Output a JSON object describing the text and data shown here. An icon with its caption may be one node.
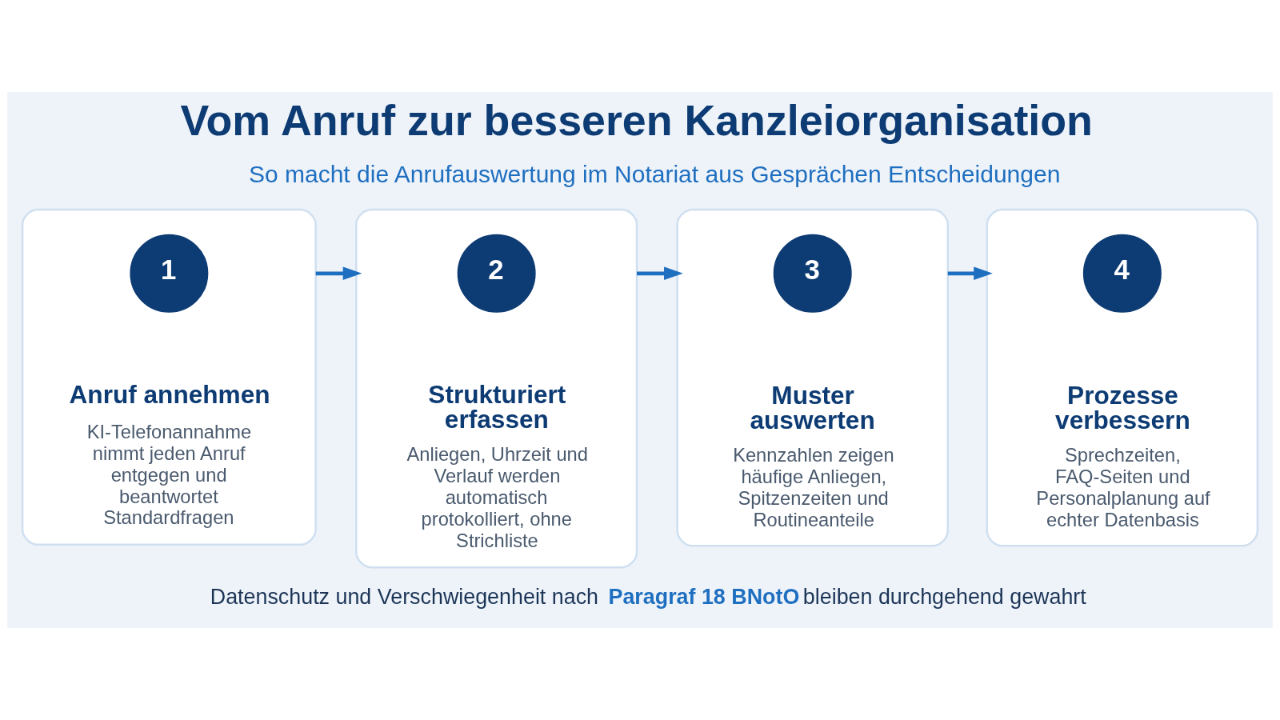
{
  "diagram": {
    "title": "Vom Anruf zur besseren Kanzleiorganisation",
    "nodes": [
      {
        "text": [
          "Anruf annehmen",
          "KI-Telefonannahme nimmt jeden Anruf entgegen und beantwortet Standardfragen"
        ]
      },
      {
        "text": [
          "1"
        ],
        "in": 0
      },
      {
        "text": [
          "Strukturiert erfassen",
          "Anliegen, Uhrzeit und Verlauf werden automatisch protokolliert, ohne Strichliste"
        ]
      },
      {
        "text": [
          "2"
        ],
        "in": 2
      },
      {
        "text": [
          "Muster auswerten",
          "Kennzahlen zeigen häufige Anliegen, Spitzenzeiten und Routineanteile"
        ]
      },
      {
        "text": [
          "3"
        ],
        "in": 4
      },
      {
        "text": [
          "Prozesse verbessern",
          "Sprechzeiten, FAQ-Seiten und Personalplanung auf echter Datenbasis"
        ]
      },
      {
        "text": [
          "4"
        ],
        "in": 6
      }
    ],
    "edges": [
      {
        "from": 0,
        "to": 2,
        "arrow": "to"
      },
      {
        "from": 2,
        "to": 4,
        "arrow": "to"
      },
      {
        "from": 4,
        "to": 6,
        "arrow": "to"
      }
    ],
    "labels": [
      "So macht die Anrufauswertung im Notariat aus Gesprächen Entscheidungen",
      "Datenschutz und Verschwiegenheit nach **Paragraf 18 BNotO** bleiben durchgehend gewahrt"
    ]
  }
}
